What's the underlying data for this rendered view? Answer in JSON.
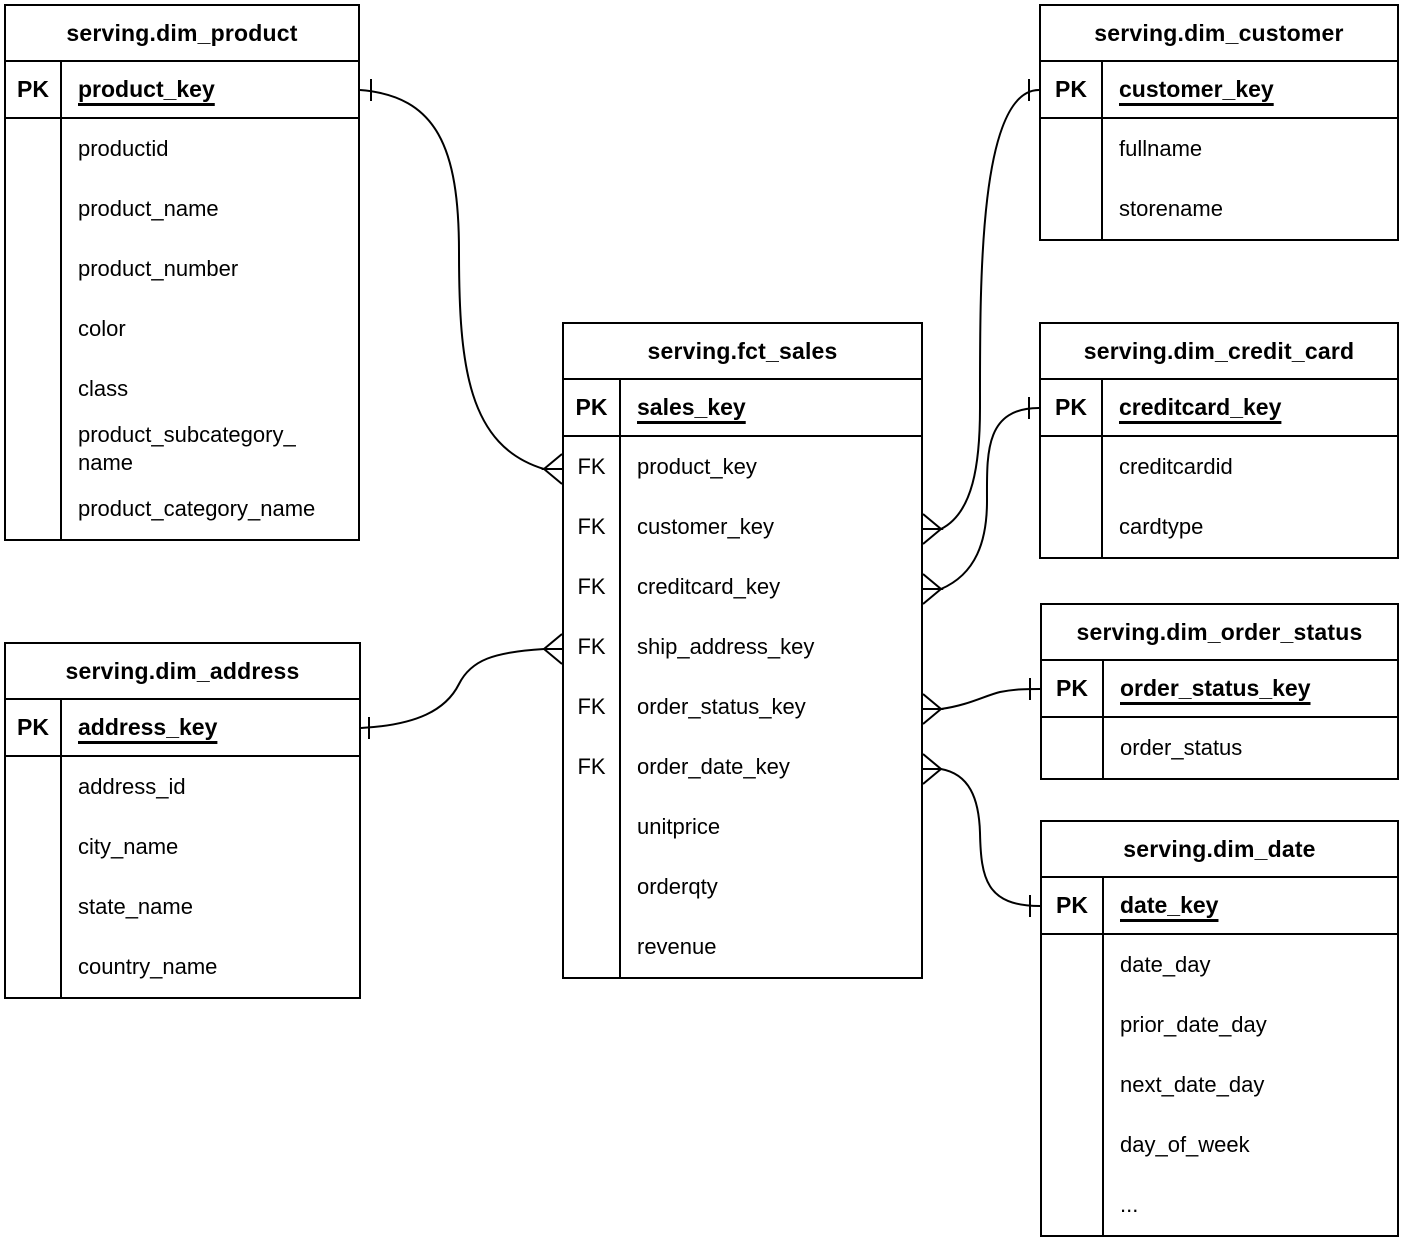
{
  "diagram": {
    "type": "entity-relationship",
    "colors": {
      "line": "#000000",
      "background": "#ffffff",
      "text": "#000000"
    },
    "tables": [
      {
        "id": "dim_product",
        "title": "serving.dim_product",
        "key_tag": "PK",
        "primary_key": "product_key",
        "fields": [
          {
            "tag": "",
            "name": "productid"
          },
          {
            "tag": "",
            "name": "product_name"
          },
          {
            "tag": "",
            "name": "product_number"
          },
          {
            "tag": "",
            "name": "color"
          },
          {
            "tag": "",
            "name": "class"
          },
          {
            "tag": "",
            "name": "product_subcategory_\nname"
          },
          {
            "tag": "",
            "name": "product_category_name"
          }
        ]
      },
      {
        "id": "dim_address",
        "title": "serving.dim_address",
        "key_tag": "PK",
        "primary_key": "address_key",
        "fields": [
          {
            "tag": "",
            "name": "address_id"
          },
          {
            "tag": "",
            "name": "city_name"
          },
          {
            "tag": "",
            "name": "state_name"
          },
          {
            "tag": "",
            "name": "country_name"
          }
        ]
      },
      {
        "id": "fct_sales",
        "title": "serving.fct_sales",
        "key_tag": "PK",
        "primary_key": "sales_key",
        "fields": [
          {
            "tag": "FK",
            "name": "product_key"
          },
          {
            "tag": "FK",
            "name": "customer_key"
          },
          {
            "tag": "FK",
            "name": "creditcard_key"
          },
          {
            "tag": "FK",
            "name": "ship_address_key"
          },
          {
            "tag": "FK",
            "name": "order_status_key"
          },
          {
            "tag": "FK",
            "name": "order_date_key"
          },
          {
            "tag": "",
            "name": "unitprice"
          },
          {
            "tag": "",
            "name": "orderqty"
          },
          {
            "tag": "",
            "name": "revenue"
          }
        ]
      },
      {
        "id": "dim_customer",
        "title": "serving.dim_customer",
        "key_tag": "PK",
        "primary_key": "customer_key",
        "fields": [
          {
            "tag": "",
            "name": "fullname"
          },
          {
            "tag": "",
            "name": "storename"
          }
        ]
      },
      {
        "id": "dim_credit_card",
        "title": "serving.dim_credit_card",
        "key_tag": "PK",
        "primary_key": "creditcard_key",
        "fields": [
          {
            "tag": "",
            "name": "creditcardid"
          },
          {
            "tag": "",
            "name": "cardtype"
          }
        ]
      },
      {
        "id": "dim_order_status",
        "title": "serving.dim_order_status",
        "key_tag": "PK",
        "primary_key": "order_status_key",
        "fields": [
          {
            "tag": "",
            "name": "order_status"
          }
        ]
      },
      {
        "id": "dim_date",
        "title": "serving.dim_date",
        "key_tag": "PK",
        "primary_key": "date_key",
        "fields": [
          {
            "tag": "",
            "name": "date_day"
          },
          {
            "tag": "",
            "name": "prior_date_day"
          },
          {
            "tag": "",
            "name": "next_date_day"
          },
          {
            "tag": "",
            "name": "day_of_week"
          },
          {
            "tag": "",
            "name": "..."
          }
        ]
      }
    ],
    "relationships": [
      {
        "id": "product",
        "from_table": "serving.fct_sales",
        "from_field": "product_key",
        "from_cardinality": "many",
        "to_table": "serving.dim_product",
        "to_field": "product_key",
        "to_cardinality": "one"
      },
      {
        "id": "address",
        "from_table": "serving.fct_sales",
        "from_field": "ship_address_key",
        "from_cardinality": "many",
        "to_table": "serving.dim_address",
        "to_field": "address_key",
        "to_cardinality": "one"
      },
      {
        "id": "customer",
        "from_table": "serving.fct_sales",
        "from_field": "customer_key",
        "from_cardinality": "many",
        "to_table": "serving.dim_customer",
        "to_field": "customer_key",
        "to_cardinality": "one"
      },
      {
        "id": "creditcard",
        "from_table": "serving.fct_sales",
        "from_field": "creditcard_key",
        "from_cardinality": "many",
        "to_table": "serving.dim_credit_card",
        "to_field": "creditcard_key",
        "to_cardinality": "one"
      },
      {
        "id": "order_status",
        "from_table": "serving.fct_sales",
        "from_field": "order_status_key",
        "from_cardinality": "many",
        "to_table": "serving.dim_order_status",
        "to_field": "order_status_key",
        "to_cardinality": "one"
      },
      {
        "id": "order_date",
        "from_table": "serving.fct_sales",
        "from_field": "order_date_key",
        "from_cardinality": "many",
        "to_table": "serving.dim_date",
        "to_field": "date_key",
        "to_cardinality": "one"
      }
    ]
  }
}
